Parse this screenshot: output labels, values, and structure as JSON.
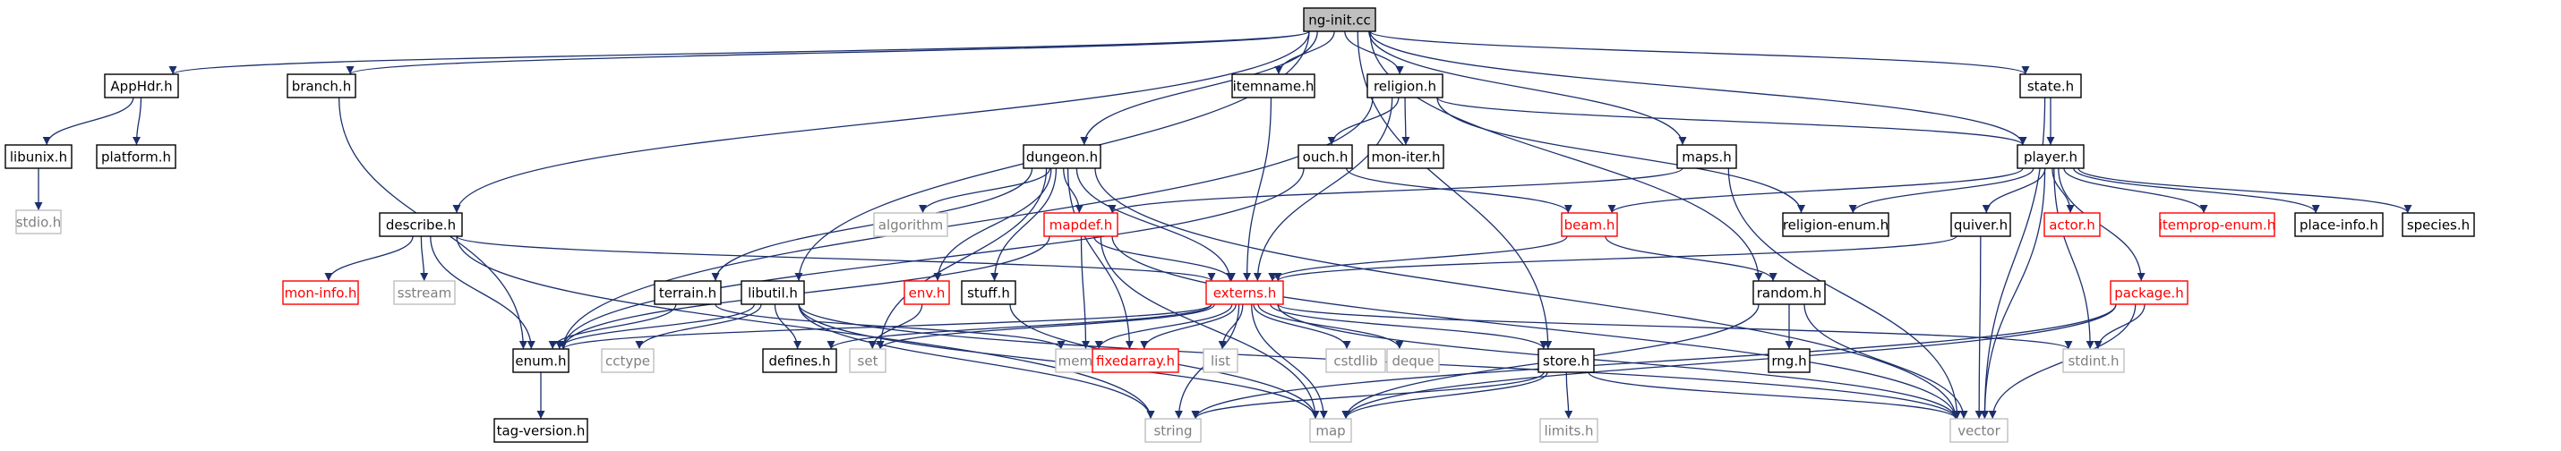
{
  "colors": {
    "edge": "#1b2f6e",
    "normal_border": "#000000",
    "normal_fill": "#ffffff",
    "linked_border": "#ff0000",
    "linked_text": "#ff0000",
    "external_border": "#bfbfbf",
    "external_text": "#7f7f7f",
    "root_fill": "#bfbfbf"
  },
  "nodes": [
    {
      "id": "ng-init",
      "label": "ng-init.cc",
      "style": "root"
    },
    {
      "id": "AppHdr",
      "label": "AppHdr.h",
      "style": "normal"
    },
    {
      "id": "branch",
      "label": "branch.h",
      "style": "normal"
    },
    {
      "id": "itemname",
      "label": "itemname.h",
      "style": "normal"
    },
    {
      "id": "religion",
      "label": "religion.h",
      "style": "normal"
    },
    {
      "id": "state",
      "label": "state.h",
      "style": "normal"
    },
    {
      "id": "libunix",
      "label": "libunix.h",
      "style": "normal"
    },
    {
      "id": "platform",
      "label": "platform.h",
      "style": "normal"
    },
    {
      "id": "stdio",
      "label": "stdio.h",
      "style": "external"
    },
    {
      "id": "dungeon",
      "label": "dungeon.h",
      "style": "normal"
    },
    {
      "id": "ouch",
      "label": "ouch.h",
      "style": "normal"
    },
    {
      "id": "mon-iter",
      "label": "mon-iter.h",
      "style": "normal"
    },
    {
      "id": "maps",
      "label": "maps.h",
      "style": "normal"
    },
    {
      "id": "player",
      "label": "player.h",
      "style": "normal"
    },
    {
      "id": "describe",
      "label": "describe.h",
      "style": "normal"
    },
    {
      "id": "algorithm",
      "label": "algorithm",
      "style": "external"
    },
    {
      "id": "mapdef",
      "label": "mapdef.h",
      "style": "linked"
    },
    {
      "id": "beam",
      "label": "beam.h",
      "style": "linked"
    },
    {
      "id": "religion-enum",
      "label": "religion-enum.h",
      "style": "normal"
    },
    {
      "id": "quiver",
      "label": "quiver.h",
      "style": "normal"
    },
    {
      "id": "actor",
      "label": "actor.h",
      "style": "linked"
    },
    {
      "id": "itemprop-enum",
      "label": "itemprop-enum.h",
      "style": "linked"
    },
    {
      "id": "place-info",
      "label": "place-info.h",
      "style": "normal"
    },
    {
      "id": "species",
      "label": "species.h",
      "style": "normal"
    },
    {
      "id": "mon-info",
      "label": "mon-info.h",
      "style": "linked"
    },
    {
      "id": "sstream",
      "label": "sstream",
      "style": "external"
    },
    {
      "id": "terrain",
      "label": "terrain.h",
      "style": "normal"
    },
    {
      "id": "libutil",
      "label": "libutil.h",
      "style": "normal"
    },
    {
      "id": "env",
      "label": "env.h",
      "style": "linked"
    },
    {
      "id": "stuff",
      "label": "stuff.h",
      "style": "normal"
    },
    {
      "id": "externs",
      "label": "externs.h",
      "style": "linked"
    },
    {
      "id": "random",
      "label": "random.h",
      "style": "normal"
    },
    {
      "id": "package",
      "label": "package.h",
      "style": "linked"
    },
    {
      "id": "enum",
      "label": "enum.h",
      "style": "normal"
    },
    {
      "id": "cctype",
      "label": "cctype",
      "style": "external"
    },
    {
      "id": "defines",
      "label": "defines.h",
      "style": "normal"
    },
    {
      "id": "set",
      "label": "set",
      "style": "external"
    },
    {
      "id": "memory",
      "label": "memory",
      "style": "external"
    },
    {
      "id": "fixedarray",
      "label": "fixedarray.h",
      "style": "linked"
    },
    {
      "id": "list",
      "label": "list",
      "style": "external"
    },
    {
      "id": "cstdlib",
      "label": "cstdlib",
      "style": "external"
    },
    {
      "id": "deque",
      "label": "deque",
      "style": "external"
    },
    {
      "id": "store",
      "label": "store.h",
      "style": "normal"
    },
    {
      "id": "rng",
      "label": "rng.h",
      "style": "normal"
    },
    {
      "id": "stdint",
      "label": "stdint.h",
      "style": "external"
    },
    {
      "id": "tag-version",
      "label": "tag-version.h",
      "style": "normal"
    },
    {
      "id": "string",
      "label": "string",
      "style": "external"
    },
    {
      "id": "map",
      "label": "map",
      "style": "external"
    },
    {
      "id": "limits",
      "label": "limits.h",
      "style": "external"
    },
    {
      "id": "vector",
      "label": "vector",
      "style": "external"
    }
  ],
  "edges": [
    [
      "ng-init",
      "AppHdr"
    ],
    [
      "ng-init",
      "branch"
    ],
    [
      "ng-init",
      "itemname"
    ],
    [
      "ng-init",
      "religion"
    ],
    [
      "ng-init",
      "state"
    ],
    [
      "ng-init",
      "describe"
    ],
    [
      "ng-init",
      "dungeon"
    ],
    [
      "ng-init",
      "libutil"
    ],
    [
      "ng-init",
      "maps"
    ],
    [
      "ng-init",
      "player"
    ],
    [
      "ng-init",
      "random"
    ],
    [
      "ng-init",
      "store"
    ],
    [
      "AppHdr",
      "libunix"
    ],
    [
      "AppHdr",
      "platform"
    ],
    [
      "libunix",
      "stdio"
    ],
    [
      "branch",
      "enum"
    ],
    [
      "itemname",
      "externs"
    ],
    [
      "religion",
      "enum"
    ],
    [
      "religion",
      "ouch"
    ],
    [
      "religion",
      "mon-iter"
    ],
    [
      "religion",
      "player"
    ],
    [
      "religion",
      "religion-enum"
    ],
    [
      "religion",
      "externs"
    ],
    [
      "state",
      "player"
    ],
    [
      "state",
      "vector"
    ],
    [
      "dungeon",
      "algorithm"
    ],
    [
      "dungeon",
      "mapdef"
    ],
    [
      "dungeon",
      "terrain"
    ],
    [
      "dungeon",
      "env"
    ],
    [
      "dungeon",
      "stuff"
    ],
    [
      "dungeon",
      "externs"
    ],
    [
      "dungeon",
      "set"
    ],
    [
      "dungeon",
      "fixedarray"
    ],
    [
      "dungeon",
      "vector"
    ],
    [
      "ouch",
      "beam"
    ],
    [
      "ouch",
      "enum"
    ],
    [
      "maps",
      "mapdef"
    ],
    [
      "maps",
      "vector"
    ],
    [
      "player",
      "beam"
    ],
    [
      "player",
      "religion-enum"
    ],
    [
      "player",
      "quiver"
    ],
    [
      "player",
      "actor"
    ],
    [
      "player",
      "itemprop-enum"
    ],
    [
      "player",
      "place-info"
    ],
    [
      "player",
      "species"
    ],
    [
      "player",
      "package"
    ],
    [
      "player",
      "stdint"
    ],
    [
      "player",
      "vector"
    ],
    [
      "describe",
      "mon-info"
    ],
    [
      "describe",
      "sstream"
    ],
    [
      "describe",
      "enum"
    ],
    [
      "describe",
      "externs"
    ],
    [
      "describe",
      "string"
    ],
    [
      "mapdef",
      "enum"
    ],
    [
      "mapdef",
      "externs"
    ],
    [
      "mapdef",
      "memory"
    ],
    [
      "mapdef",
      "map"
    ],
    [
      "mapdef",
      "vector"
    ],
    [
      "beam",
      "externs"
    ],
    [
      "beam",
      "random"
    ],
    [
      "quiver",
      "externs"
    ],
    [
      "quiver",
      "vector"
    ],
    [
      "terrain",
      "enum"
    ],
    [
      "terrain",
      "memory"
    ],
    [
      "libutil",
      "enum"
    ],
    [
      "libutil",
      "cctype"
    ],
    [
      "libutil",
      "defines"
    ],
    [
      "libutil",
      "string"
    ],
    [
      "libutil",
      "map"
    ],
    [
      "libutil",
      "vector"
    ],
    [
      "env",
      "set"
    ],
    [
      "stuff",
      "map"
    ],
    [
      "externs",
      "enum"
    ],
    [
      "externs",
      "defines"
    ],
    [
      "externs",
      "set"
    ],
    [
      "externs",
      "memory"
    ],
    [
      "externs",
      "fixedarray"
    ],
    [
      "externs",
      "list"
    ],
    [
      "externs",
      "cstdlib"
    ],
    [
      "externs",
      "deque"
    ],
    [
      "externs",
      "store"
    ],
    [
      "externs",
      "string"
    ],
    [
      "externs",
      "map"
    ],
    [
      "externs",
      "vector"
    ],
    [
      "externs",
      "stdint"
    ],
    [
      "random",
      "rng"
    ],
    [
      "random",
      "vector"
    ],
    [
      "random",
      "map"
    ],
    [
      "package",
      "stdint"
    ],
    [
      "package",
      "vector"
    ],
    [
      "package",
      "map"
    ],
    [
      "package",
      "string"
    ],
    [
      "enum",
      "tag-version"
    ],
    [
      "store",
      "string"
    ],
    [
      "store",
      "map"
    ],
    [
      "store",
      "limits"
    ],
    [
      "store",
      "vector"
    ]
  ]
}
